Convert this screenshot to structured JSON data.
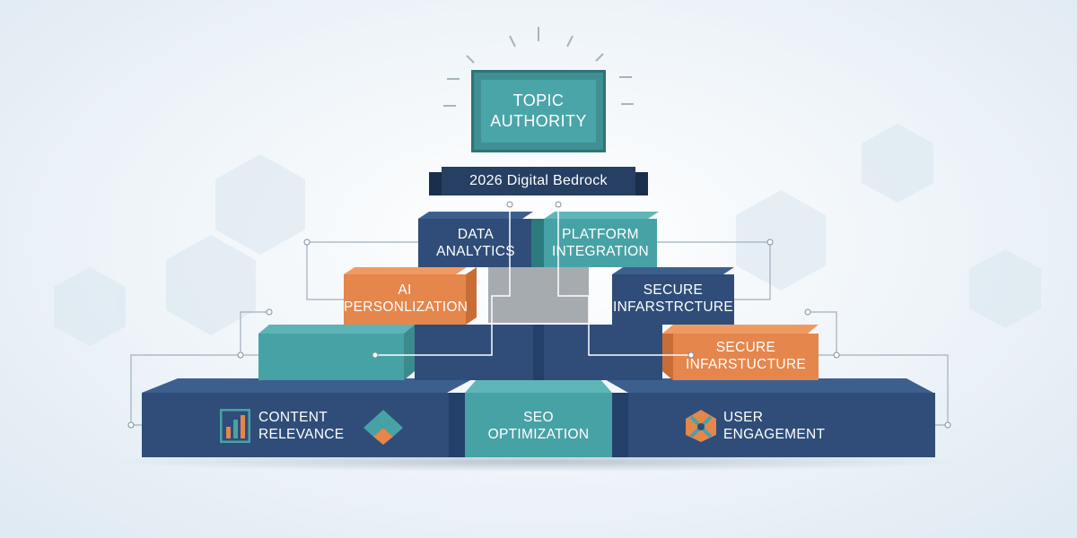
{
  "top": {
    "line1": "Topic",
    "line2": "Authority"
  },
  "banner": {
    "text": "2026 Digital Bedrock"
  },
  "tier3": {
    "left": {
      "line1": "Data",
      "line2": "Analytics"
    },
    "right": {
      "line1": "Platform",
      "line2": "Integration"
    }
  },
  "tier2": {
    "left": {
      "line1": "AI",
      "line2": "Personlization"
    },
    "right": {
      "line1": "Secure",
      "line2": "Infarstrcture"
    }
  },
  "tier1": {
    "right": {
      "line1": "Secure",
      "line2": "Infarstucture"
    }
  },
  "base": {
    "left": {
      "line1": "Content",
      "line2": "Relevance",
      "icon": "bar-chart-icon",
      "icon2": "puzzle-icon"
    },
    "center": {
      "line1": "SEO",
      "line2": "Optimization"
    },
    "right": {
      "line1": "User",
      "line2": "Engagement",
      "icon": "network-icon"
    }
  },
  "colors": {
    "navy": "#2f4d78",
    "teal": "#47a2a6",
    "orange": "#e5864c",
    "gray": "#a6abb0",
    "banner": "#263f63"
  }
}
